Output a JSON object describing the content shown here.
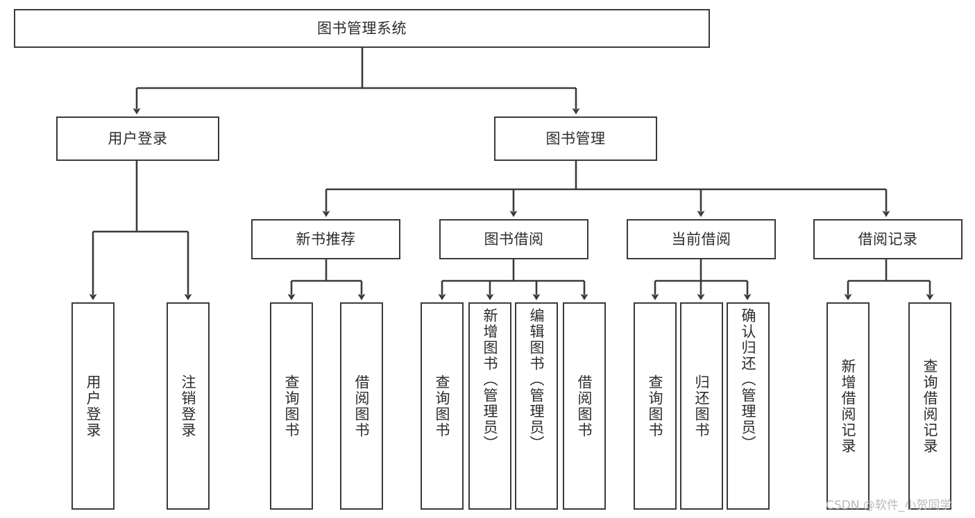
{
  "diagram": {
    "title": "图书管理系统",
    "type": "tree-hierarchy-chart",
    "stroke_color": "#3a3a3a",
    "text_color": "#2c2c2c",
    "background_color": "#ffffff"
  },
  "root": {
    "label": "图书管理系统"
  },
  "level2": [
    {
      "label": "用户登录"
    },
    {
      "label": "图书管理"
    }
  ],
  "level3": [
    {
      "label": "新书推荐"
    },
    {
      "label": "图书借阅"
    },
    {
      "label": "当前借阅"
    },
    {
      "label": "借阅记录"
    }
  ],
  "leaves": {
    "user_login": [
      {
        "label": "用户登录"
      },
      {
        "label": "注销登录"
      }
    ],
    "new_book": [
      {
        "label": "查询图书"
      },
      {
        "label": "借阅图书"
      }
    ],
    "book_borrow": [
      {
        "label": "查询图书"
      },
      {
        "label": "新增图书（管理员）"
      },
      {
        "label": "编辑图书（管理员）"
      },
      {
        "label": "借阅图书"
      }
    ],
    "current_borrow": [
      {
        "label": "查询图书"
      },
      {
        "label": "归还图书"
      },
      {
        "label": "确认归还（管理员）"
      }
    ],
    "borrow_record": [
      {
        "label": "新增借阅记录"
      },
      {
        "label": "查询借阅记录"
      }
    ]
  },
  "watermark": {
    "text": "CSDN @软件_小贺同学"
  }
}
